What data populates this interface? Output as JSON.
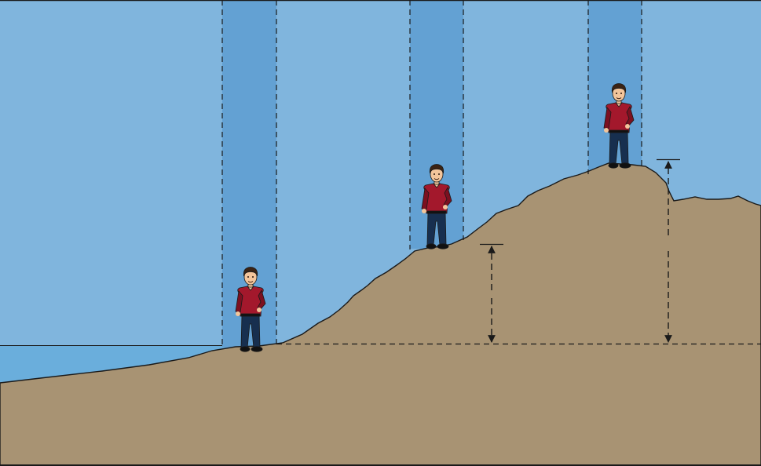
{
  "colors": {
    "sky": "#80b5dd",
    "air_column": "#63a1d3",
    "sea": "#6aaedc",
    "ground": "#a89373",
    "ground_outline": "#1a1a1a",
    "shirt": "#a3182c",
    "shirt_shadow": "#7c1020",
    "trousers": "#172f4f",
    "skin": "#f3c59b",
    "hair": "#3b2314",
    "shoes": "#111111",
    "guide_lines": "#1a1a1a"
  },
  "figures": [
    {
      "id": "person-sea-level",
      "location": "sea level"
    },
    {
      "id": "person-mid-slope",
      "location": "hillside"
    },
    {
      "id": "person-summit",
      "location": "hilltop"
    }
  ],
  "icons": {
    "person": "person-icon",
    "arrow_up": "arrow-up-icon",
    "arrow_down": "arrow-down-icon"
  }
}
